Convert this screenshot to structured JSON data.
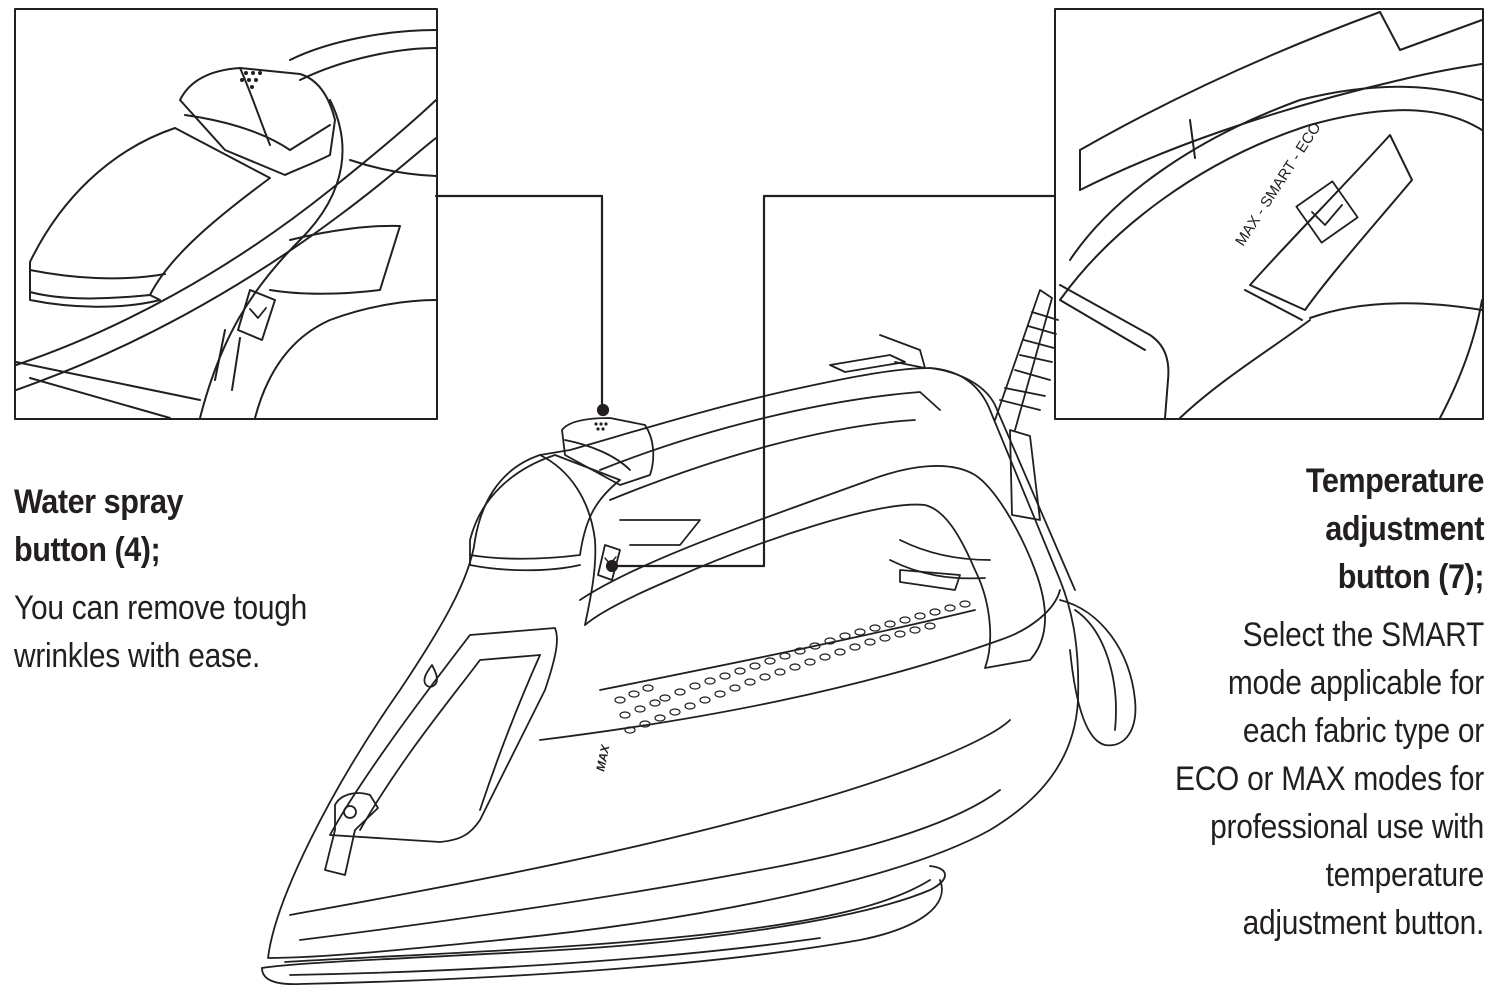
{
  "callouts": {
    "water_spray": {
      "title": "Water spray\nbutton (4);",
      "description": "You can remove tough\nwrinkles with ease."
    },
    "temperature": {
      "title": "Temperature\nadjustment\nbutton (7);",
      "description": "Select the SMART\nmode applicable for\neach fabric type or\nECO or MAX modes for\nprofessional use with\ntemperature\nadjustment button."
    }
  },
  "drawing_labels": {
    "mode_scale": "MAX - SMART - ECO",
    "soleplate_mark": "MAX"
  },
  "colors": {
    "line": "#231f20",
    "background": "#ffffff"
  },
  "icons": [
    "spray-droplets-icon",
    "chevron-down-icon",
    "water-drop-icon"
  ]
}
